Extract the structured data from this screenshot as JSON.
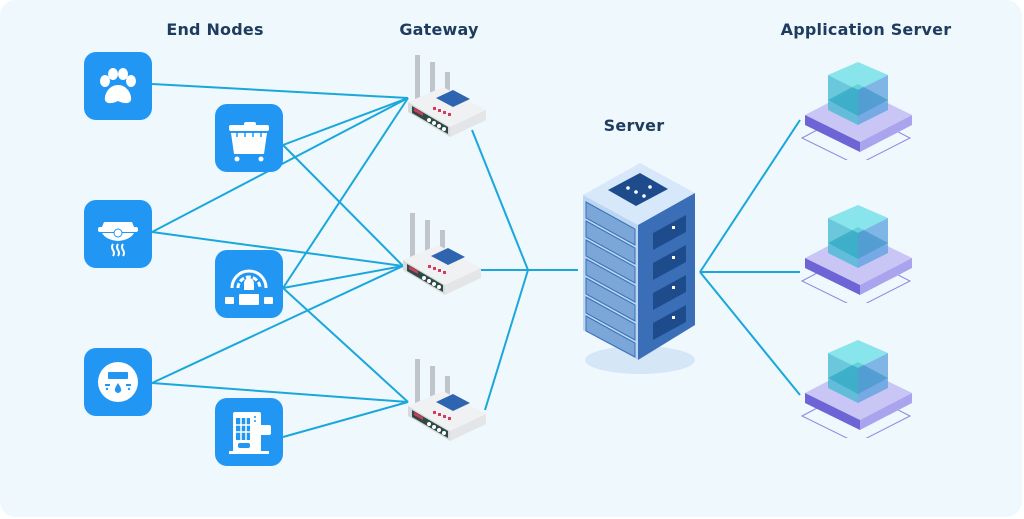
{
  "title_labels": {
    "end_nodes": "End Nodes",
    "gateway": "Gateway",
    "server": "Server",
    "application_server": "Application Server"
  },
  "end_nodes": [
    {
      "id": "pet-tracker",
      "icon": "paw-icon"
    },
    {
      "id": "waste-bin",
      "icon": "dumpster-icon"
    },
    {
      "id": "smoke-detector",
      "icon": "smoke-detector-icon"
    },
    {
      "id": "parking-sensor",
      "icon": "parking-sensor-icon"
    },
    {
      "id": "water-meter",
      "icon": "water-meter-icon"
    },
    {
      "id": "vending-machine",
      "icon": "vending-machine-icon"
    }
  ],
  "gateways": [
    {
      "id": "gateway-1",
      "icon": "router-icon"
    },
    {
      "id": "gateway-2",
      "icon": "router-icon"
    },
    {
      "id": "gateway-3",
      "icon": "router-icon"
    }
  ],
  "server": {
    "id": "network-server",
    "icon": "server-rack-icon"
  },
  "application_servers": [
    {
      "id": "app-server-1",
      "icon": "cube-platform-icon"
    },
    {
      "id": "app-server-2",
      "icon": "cube-platform-icon"
    },
    {
      "id": "app-server-3",
      "icon": "cube-platform-icon"
    }
  ],
  "connections": {
    "node_to_gateway": [
      [
        "pet-tracker",
        "gateway-1"
      ],
      [
        "waste-bin",
        "gateway-1"
      ],
      [
        "waste-bin",
        "gateway-2"
      ],
      [
        "smoke-detector",
        "gateway-1"
      ],
      [
        "smoke-detector",
        "gateway-2"
      ],
      [
        "parking-sensor",
        "gateway-1"
      ],
      [
        "parking-sensor",
        "gateway-2"
      ],
      [
        "parking-sensor",
        "gateway-3"
      ],
      [
        "water-meter",
        "gateway-2"
      ],
      [
        "water-meter",
        "gateway-3"
      ],
      [
        "vending-machine",
        "gateway-3"
      ]
    ],
    "gateway_to_server": [
      "gateway-1",
      "gateway-2",
      "gateway-3"
    ],
    "server_to_app": [
      "app-server-1",
      "app-server-2",
      "app-server-3"
    ]
  },
  "colors": {
    "background": "#eff8fd",
    "link": "#1aa7dc",
    "node_tile": "#2196f3",
    "heading": "#1d3c5e"
  }
}
